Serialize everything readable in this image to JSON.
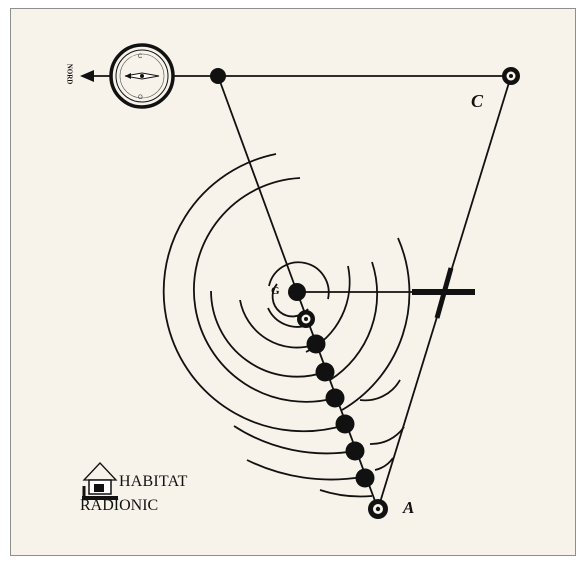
{
  "labels": {
    "A": "A",
    "C": "C",
    "G": "G",
    "north": "NORD"
  },
  "compass": {
    "top_letter": "C",
    "bottom_letter": "O"
  },
  "logo": {
    "line1": "HABITAT",
    "line2": "RADIONIC"
  },
  "colors": {
    "background": "#f7f3eb",
    "ink": "#111111",
    "frame": "#8f8f8f"
  }
}
